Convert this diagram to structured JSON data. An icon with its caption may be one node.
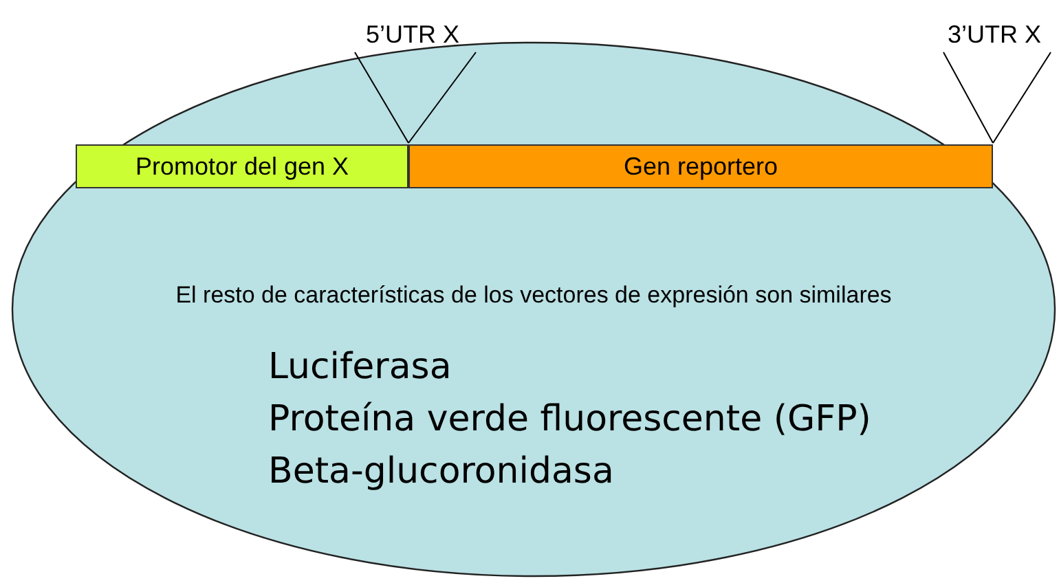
{
  "diagram": {
    "nodes": [
      {
        "text": [
          "El resto de características de los vectores de expresión son similares",
          "Luciferasa",
          "Proteína verde fluorescente (GFP)",
          "Beta-glucoronidasa"
        ]
      },
      {
        "text": [
          "Promotor del gen X"
        ],
        "in": 0
      },
      {
        "text": [
          "Gen reportero"
        ],
        "in": 0
      },
      {
        "text": [
          "5’UTR X"
        ]
      },
      {
        "text": [
          "3’UTR X"
        ]
      }
    ],
    "edges": [
      {
        "from": 3,
        "to": 1,
        "arrow": "none"
      },
      {
        "from": 3,
        "to": 1,
        "arrow": "none"
      },
      {
        "from": 4,
        "to": 2,
        "arrow": "none"
      },
      {
        "from": 4,
        "to": 2,
        "arrow": "none"
      }
    ]
  }
}
